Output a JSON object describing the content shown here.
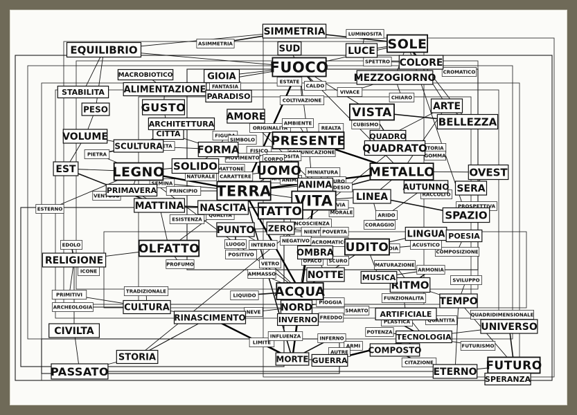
{
  "diagram": {
    "big": [
      "SIMMETRIA",
      "EQUILIBRIO",
      "SUD",
      "LUCE",
      "SOLE",
      "FUOCO",
      "COLORE",
      "ALIMENTAZIONE",
      "MEZZOGIORNO",
      "STABILITA",
      "GIOIA",
      "PARADISO",
      "PESO",
      "GUSTO",
      "AMORE",
      "VISTA",
      "ARTE",
      "VOLUME",
      "BELLEZZA",
      "PRESENTE",
      "QUADRO",
      "FORMA",
      "QUADRATO",
      "CITTA",
      "SCULTURA",
      "EST",
      "LEGNO",
      "SOLIDO",
      "UOMO",
      "METALLO",
      "OVEST",
      "TERRA",
      "ANIMA",
      "PRIMAVERA",
      "AUTUNNO",
      "SERA",
      "VITA",
      "LINEA",
      "MATTINA",
      "NASCITA",
      "TATTO",
      "SPAZIO",
      "PUNTO",
      "ZERO",
      "LINGUA",
      "POESIA",
      "OLFATTO",
      "UDITO",
      "RELIGIONE",
      "OMBRA",
      "NOTTE",
      "RITMO",
      "ACQUA",
      "MUSICA",
      "CULTURA",
      "NORD",
      "TEMPO",
      "RINASCIMENTO",
      "INVERNO",
      "ARTIFICIALE",
      "UNIVERSO",
      "CIVILTA",
      "STORIA",
      "MORTE",
      "GUERRA",
      "TECNOLOGIA",
      "COMPOSTO",
      "PASSATO",
      "FUTURO",
      "ETERNO",
      "SPERANZA",
      "ARCHITETTURA",
      "MACROBIOTICO"
    ],
    "small": [
      "ASIMMETRIA",
      "LUMINOSITA",
      "SPETTRO",
      "CROMATICO",
      "ESTATE",
      "CALDO",
      "COLTIVAZIONE",
      "FANTASIA",
      "VIVACE",
      "CHIARO",
      "CUBISMO",
      "ORIGINALITA",
      "AMBIENTE",
      "REALTA",
      "FIGURA",
      "SIMBOLO",
      "FISICO",
      "SOCIETA",
      "MOVIMENTO",
      "COMUNICAZIONE",
      "STORIA",
      "GOMMA",
      "PIETRA",
      "MATTONE",
      "LEGNOSITA",
      "NATURALE",
      "CARATTERE",
      "CORPO",
      "AMORE",
      "ANIMA",
      "MINIATURA",
      "MURO",
      "ESTERNO",
      "VENTOSO",
      "SEMINA",
      "PRINCIPIO",
      "DESIO",
      "ARIDO",
      "RACCOLTO",
      "PROSPETTIVA",
      "ESISTENZA",
      "QUALITA",
      "MORALE",
      "CORAGGIO",
      "VIA",
      "INCOSCIENZA",
      "NIENTE",
      "POVERTA",
      "NEGATIVO",
      "ACROMATICO",
      "EDOLO",
      "INTERNO",
      "LUOGO",
      "POSITIVO",
      "VETRO",
      "OPACO",
      "SCURO",
      "AMMASSO",
      "PROFUMO",
      "MELODIA",
      "COMPOSIZIONE",
      "ARMONIA",
      "MATURAZIONE",
      "SVILUPPO",
      "ICONE",
      "PRIMITIVI",
      "ARCHEOLOGIA",
      "TRADIZIONALE",
      "LIQUIDO",
      "NEVE",
      "FREDDO",
      "PIOGGIA",
      "FUNZIONALITA",
      "PLASTICA",
      "QUANTITA",
      "QUADRIDIMENSIONALE",
      "FUTURISMO",
      "CITAZIONE",
      "POTENZA",
      "LIMITE",
      "INFLUENZA",
      "INFERNO",
      "ARMI",
      "AUTRE",
      "ACUSTICO",
      "SMARTO"
    ]
  }
}
